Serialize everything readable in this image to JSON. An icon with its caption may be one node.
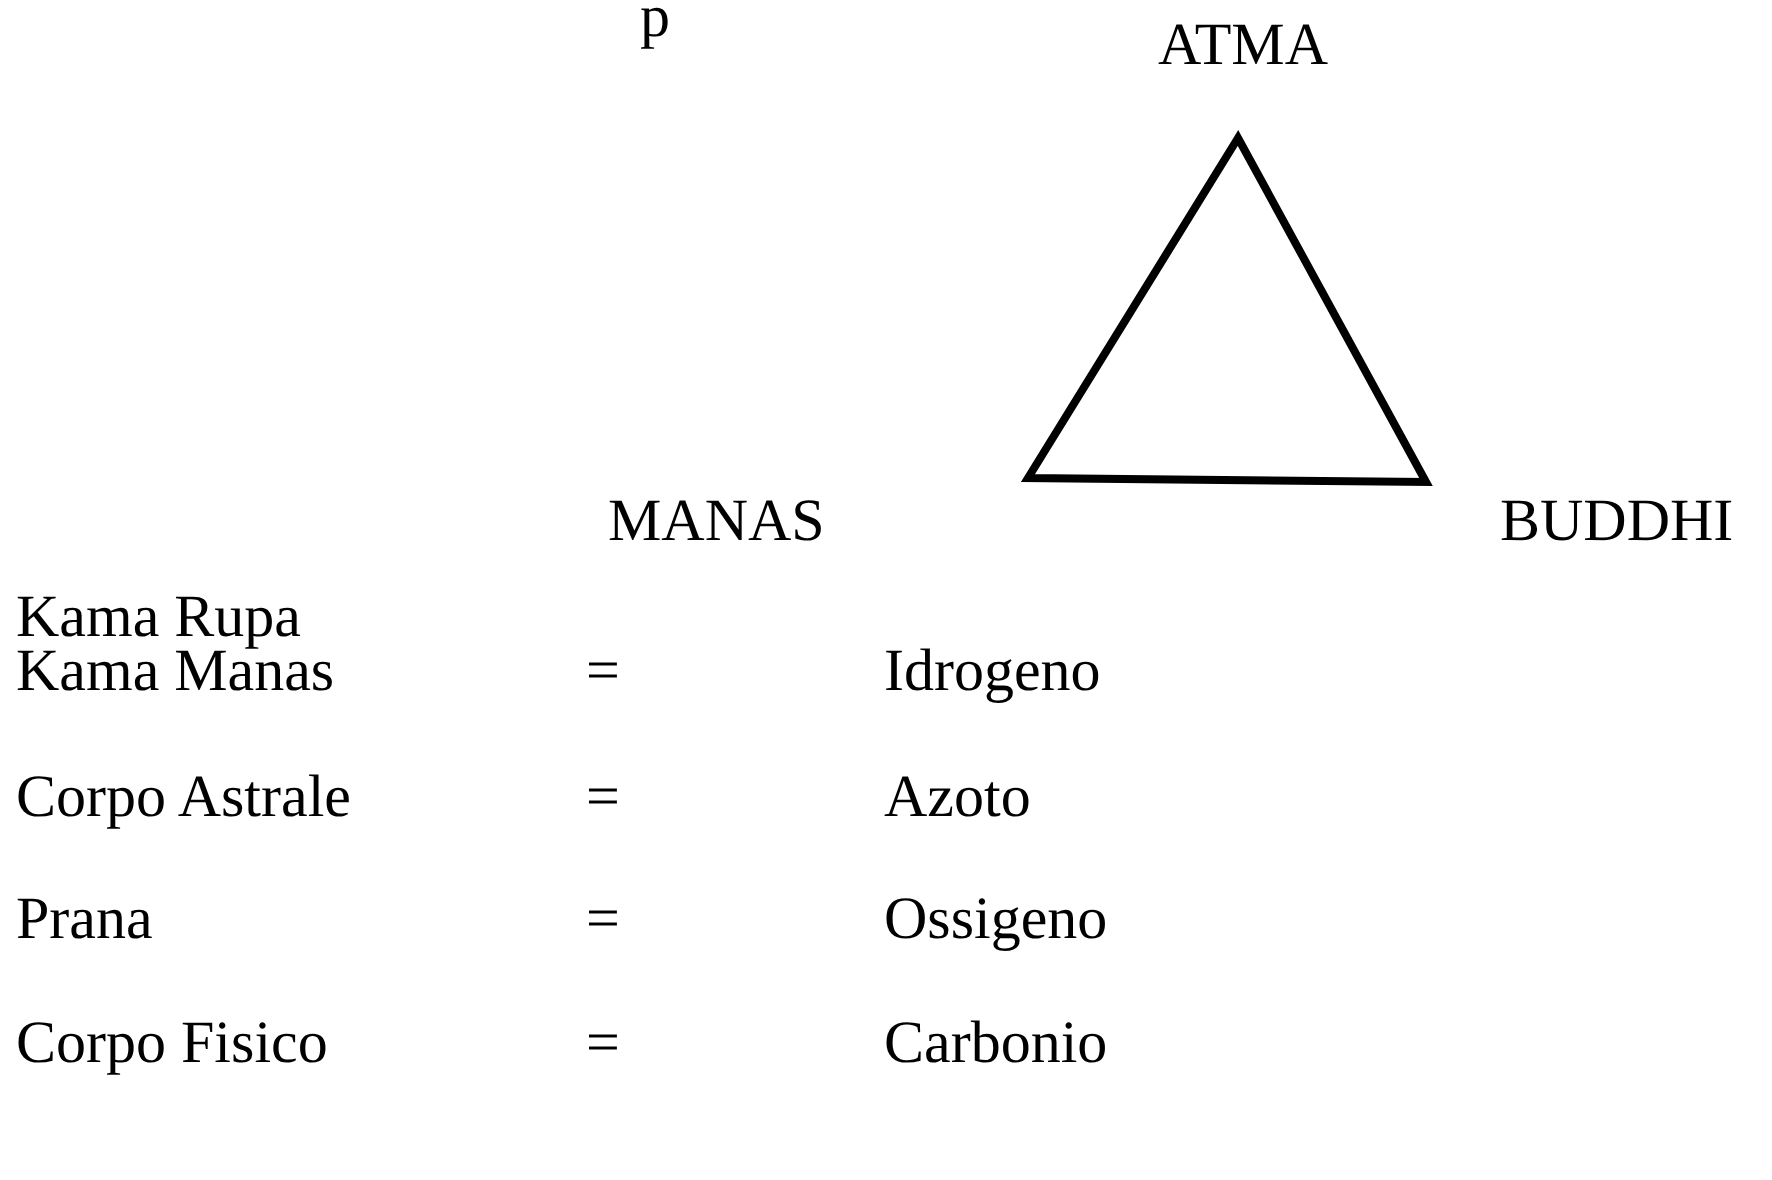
{
  "diagram": {
    "nodes": [
      {
        "text": [],
        "shape": "triangle"
      }
    ],
    "labels": [
      "p",
      "ATMA",
      "MANAS",
      "BUDDHI",
      "Kama Rupa",
      "Kama Manas",
      "=",
      "Idrogeno",
      "Corpo Astrale",
      "=",
      "Azoto",
      "Prana",
      "=",
      "Ossigeno",
      "Corpo Fisico",
      "=",
      "Carbonio"
    ]
  }
}
